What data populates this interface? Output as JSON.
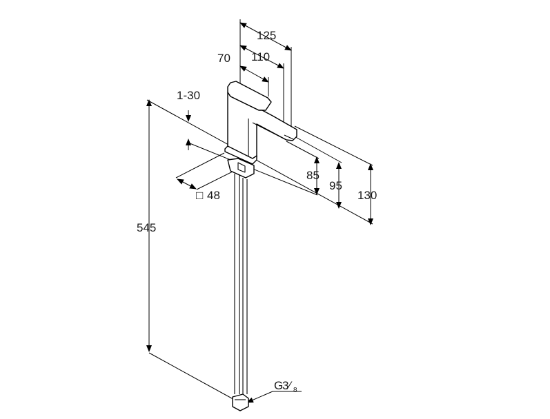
{
  "dimensions": {
    "spout_125": "125",
    "spout_110": "110",
    "spout_70": "70",
    "thickness": "1-30",
    "total_height": "545",
    "h85": "85",
    "h95": "95",
    "h130": "130",
    "base_square_symbol": "□",
    "base_square_value": "48",
    "thread_prefix": "G",
    "thread_fraction": "3⁄",
    "thread_sub": "8"
  }
}
